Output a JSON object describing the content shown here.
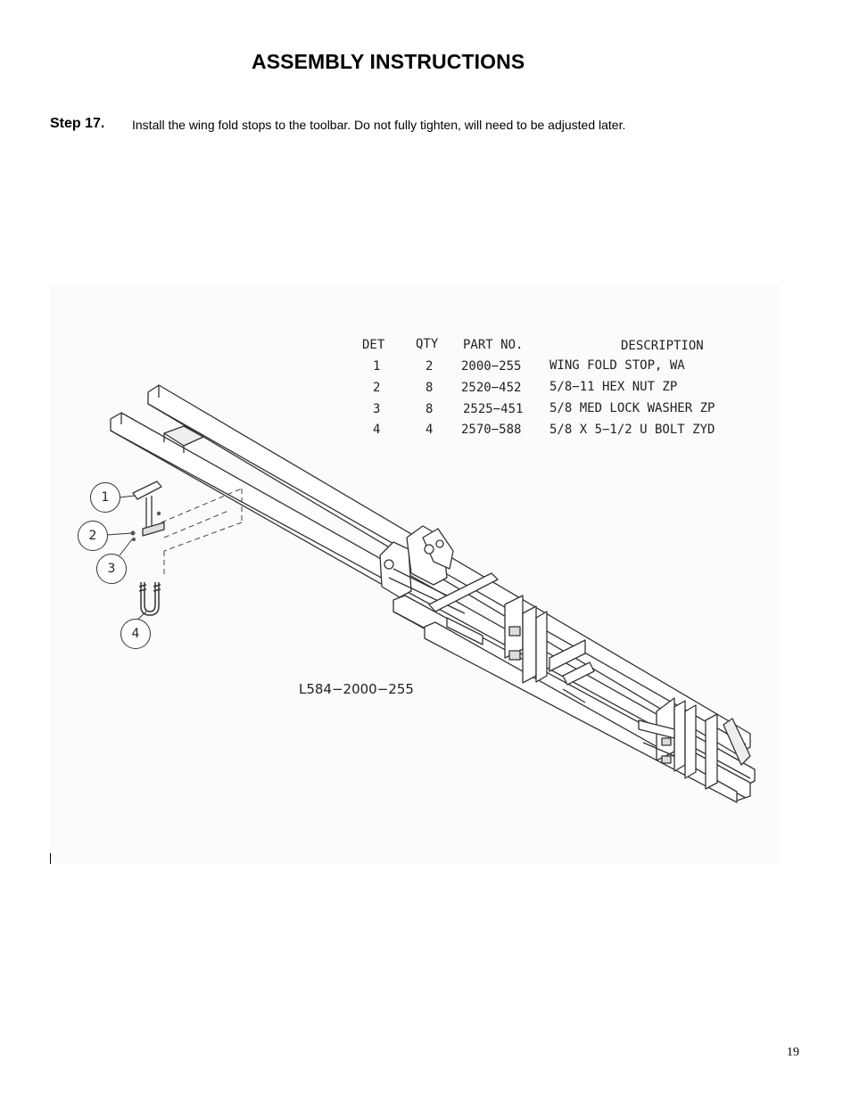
{
  "header": {
    "title": "ASSEMBLY INSTRUCTIONS"
  },
  "step": {
    "label": "Step 17.",
    "text": "Install the wing fold stops to the toolbar.  Do not fully tighten, will need to be adjusted later."
  },
  "figure": {
    "parts_table": {
      "headers": {
        "det": "DET",
        "qty": "QTY",
        "part_no": "PART NO.",
        "description": "DESCRIPTION"
      },
      "rows": [
        {
          "det": "1",
          "qty": "2",
          "part_no": "2000−255",
          "description": "WING FOLD STOP, WA"
        },
        {
          "det": "2",
          "qty": "8",
          "part_no": "2520−452",
          "description": "5/8−11 HEX NUT ZP"
        },
        {
          "det": "3",
          "qty": "8",
          "part_no": "2525−451",
          "description": "5/8 MED LOCK WASHER ZP"
        },
        {
          "det": "4",
          "qty": "4",
          "part_no": "2570−588",
          "description": "5/8 X 5−1/2 U BOLT ZYD"
        }
      ]
    },
    "drawing_number": "L584−2000−255",
    "callouts": [
      "1",
      "2",
      "3",
      "4"
    ]
  },
  "footer": {
    "page_number": "19"
  }
}
